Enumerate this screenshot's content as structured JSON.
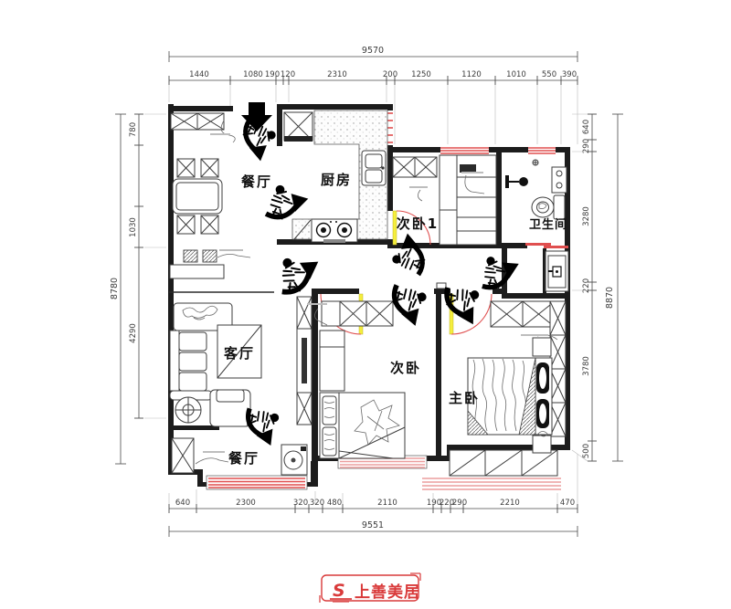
{
  "drawing": {
    "type": "apartment-floor-plan"
  },
  "dims": {
    "top": {
      "total": "9570",
      "segments": [
        "1440",
        "1080",
        "190",
        "120",
        "2310",
        "200",
        "1250",
        "1120",
        "1010",
        "550",
        "390"
      ]
    },
    "bottom": {
      "total": "9551",
      "segments": [
        "640",
        "2300",
        "320",
        "320",
        "480",
        "2110",
        "190",
        "220",
        "290",
        "2210",
        "470"
      ]
    },
    "left": {
      "total": "8780",
      "segments": [
        "780",
        "1030",
        "4290"
      ]
    },
    "right": {
      "total": "8870",
      "segments": [
        "640",
        "290",
        "3280",
        "220",
        "3780",
        "500"
      ]
    }
  },
  "rooms": {
    "dining_top": "餐厅",
    "kitchen": "厨房",
    "bedroom2_1": "次卧1",
    "bathroom": "卫生间",
    "living": "客厅",
    "bedroom2": "次卧",
    "master": "主卧",
    "dining_bottom": "餐厅"
  },
  "logo": {
    "text": "上善美居",
    "mark": "S"
  },
  "colors": {
    "wall": "#1c1c1c",
    "window_red": "#e04f4f",
    "window_pink": "#ec9d9d",
    "door_yellow": "#f5ee3d",
    "door_arc_red": "#e05252",
    "logo_red": "#d93a3a",
    "dim_text": "#3c3c3c"
  }
}
